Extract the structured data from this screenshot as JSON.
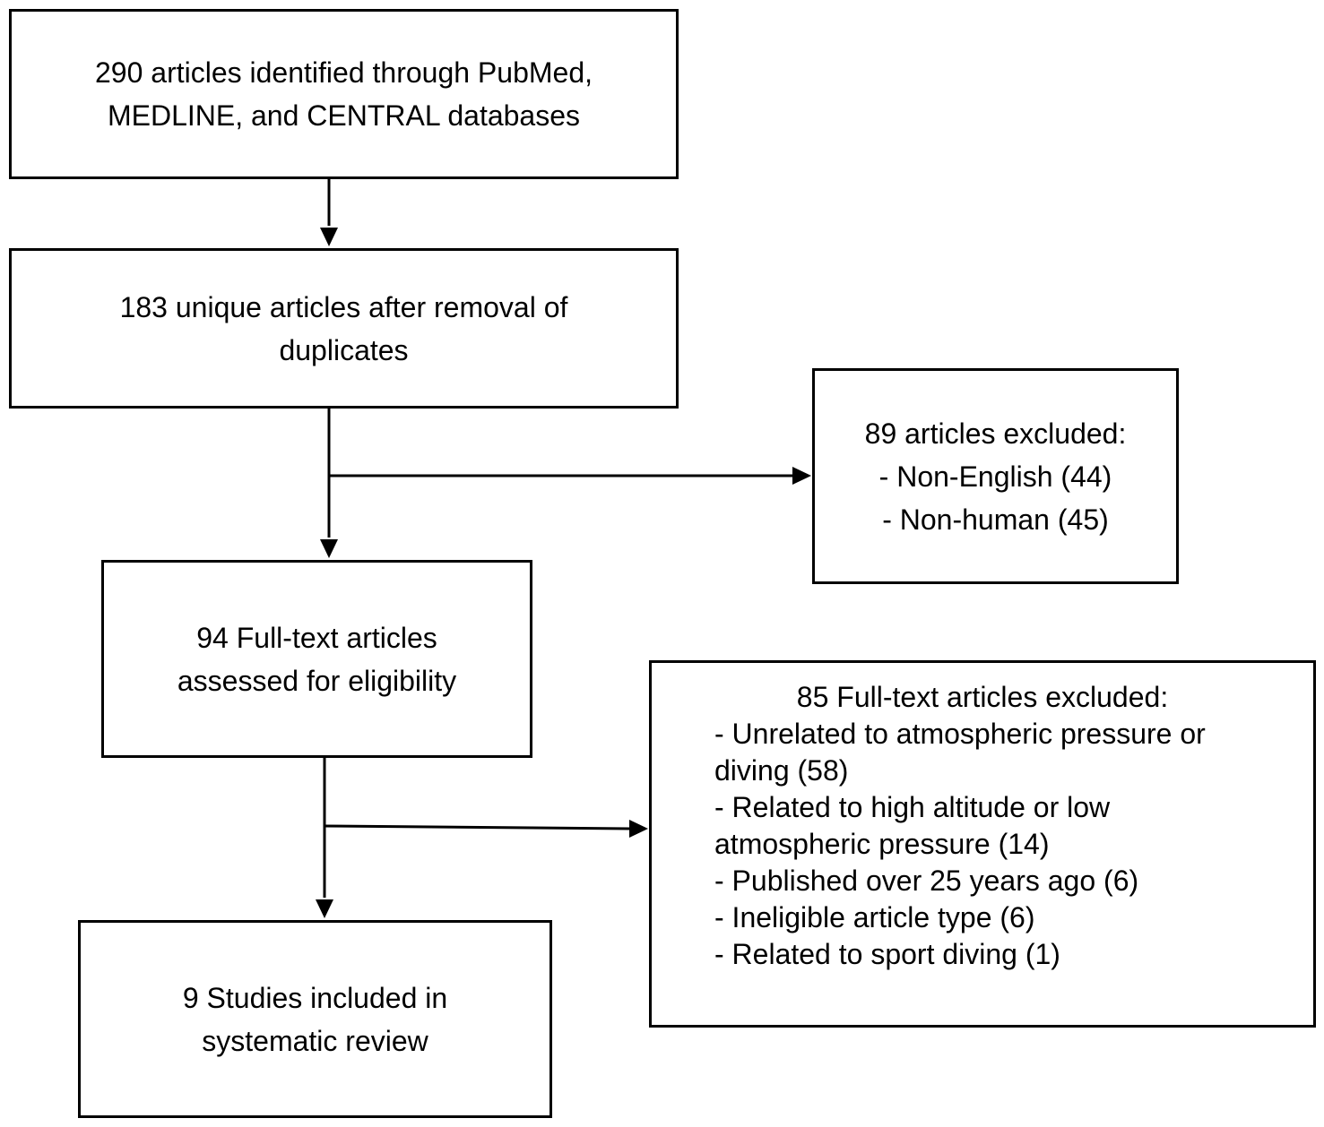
{
  "flow": {
    "identified": {
      "lines": [
        "290 articles identified through PubMed,",
        "MEDLINE, and CENTRAL databases"
      ]
    },
    "unique": {
      "lines": [
        "183 unique articles after removal of",
        "duplicates"
      ]
    },
    "excluded_first": {
      "heading": "89 articles excluded:",
      "items": [
        "- Non-English (44)",
        "- Non-human (45)"
      ]
    },
    "fulltext": {
      "lines": [
        "94 Full-text articles",
        "assessed for eligibility"
      ]
    },
    "excluded_fulltext": {
      "heading": "85 Full-text articles excluded:",
      "items": [
        "- Unrelated to atmospheric pressure or",
        "diving (58)",
        "- Related to high altitude or low",
        "atmospheric pressure (14)",
        "- Published over 25 years ago (6)",
        "- Ineligible article type (6)",
        "- Related to sport diving (1)"
      ]
    },
    "included": {
      "lines": [
        "9 Studies included in",
        "systematic review"
      ]
    }
  }
}
